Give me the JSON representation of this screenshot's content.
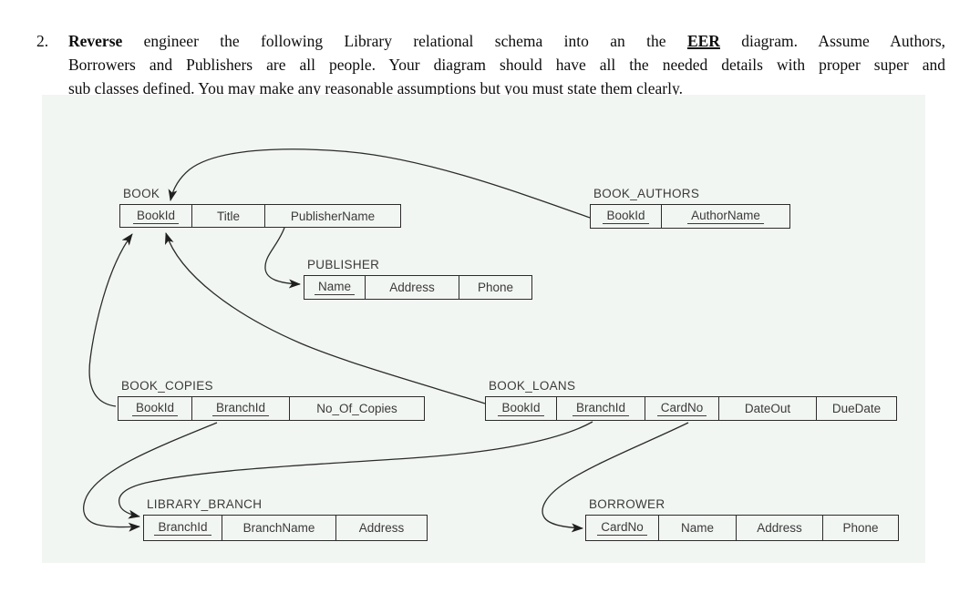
{
  "question": {
    "number": "2.",
    "line1": {
      "reverse_bold": "Reverse",
      "text_a": " engineer the following Library relational schema into an the ",
      "eer_bold_underline": "EER",
      "text_b": " diagram. Assume Authors,"
    },
    "line2": "Borrowers and Publishers are all people. Your diagram should have all the needed details with proper super and",
    "line3": {
      "text_a": "sub classes defined. You may make any reasonable ",
      "assumptions_underline": "assumptions",
      "text_b": " but you must state them clearly."
    }
  },
  "diagram": {
    "tables": [
      {
        "name": "BOOK",
        "columns": [
          {
            "text": "BookId",
            "key": true
          },
          {
            "text": "Title",
            "key": false
          },
          {
            "text": "PublisherName",
            "key": false
          }
        ]
      },
      {
        "name": "BOOK_AUTHORS",
        "columns": [
          {
            "text": "BookId",
            "key": true
          },
          {
            "text": "AuthorName",
            "key": true
          }
        ]
      },
      {
        "name": "PUBLISHER",
        "columns": [
          {
            "text": "Name",
            "key": true
          },
          {
            "text": "Address",
            "key": false
          },
          {
            "text": "Phone",
            "key": false
          }
        ]
      },
      {
        "name": "BOOK_COPIES",
        "columns": [
          {
            "text": "BookId",
            "key": true
          },
          {
            "text": "BranchId",
            "key": true
          },
          {
            "text": "No_Of_Copies",
            "key": false
          }
        ]
      },
      {
        "name": "BOOK_LOANS",
        "columns": [
          {
            "text": "BookId",
            "key": true
          },
          {
            "text": "BranchId",
            "key": true
          },
          {
            "text": "CardNo",
            "key": true
          },
          {
            "text": "DateOut",
            "key": false
          },
          {
            "text": "DueDate",
            "key": false
          }
        ]
      },
      {
        "name": "LIBRARY_BRANCH",
        "columns": [
          {
            "text": "BranchId",
            "key": true
          },
          {
            "text": "BranchName",
            "key": false
          },
          {
            "text": "Address",
            "key": false
          }
        ]
      },
      {
        "name": "BORROWER",
        "columns": [
          {
            "text": "CardNo",
            "key": true
          },
          {
            "text": "Name",
            "key": false
          },
          {
            "text": "Address",
            "key": false
          },
          {
            "text": "Phone",
            "key": false
          }
        ]
      }
    ],
    "relationships": [
      {
        "from": "BOOK_COPIES.BookId",
        "to": "BOOK.BookId"
      },
      {
        "from": "BOOK_LOANS.BookId",
        "to": "BOOK.BookId"
      },
      {
        "from": "BOOK_AUTHORS.BookId",
        "to": "BOOK.BookId"
      },
      {
        "from": "BOOK.PublisherName",
        "to": "PUBLISHER.Name"
      },
      {
        "from": "BOOK_COPIES.BranchId",
        "to": "LIBRARY_BRANCH.BranchId"
      },
      {
        "from": "BOOK_LOANS.BranchId",
        "to": "LIBRARY_BRANCH.BranchId"
      },
      {
        "from": "BOOK_LOANS.CardNo",
        "to": "BORROWER.CardNo"
      }
    ],
    "colors": {
      "panel_background": "#f2f6f2",
      "line": "#2b2b2b",
      "text": "#3a3a3a",
      "grammar_underline": "#3a66c8"
    }
  }
}
